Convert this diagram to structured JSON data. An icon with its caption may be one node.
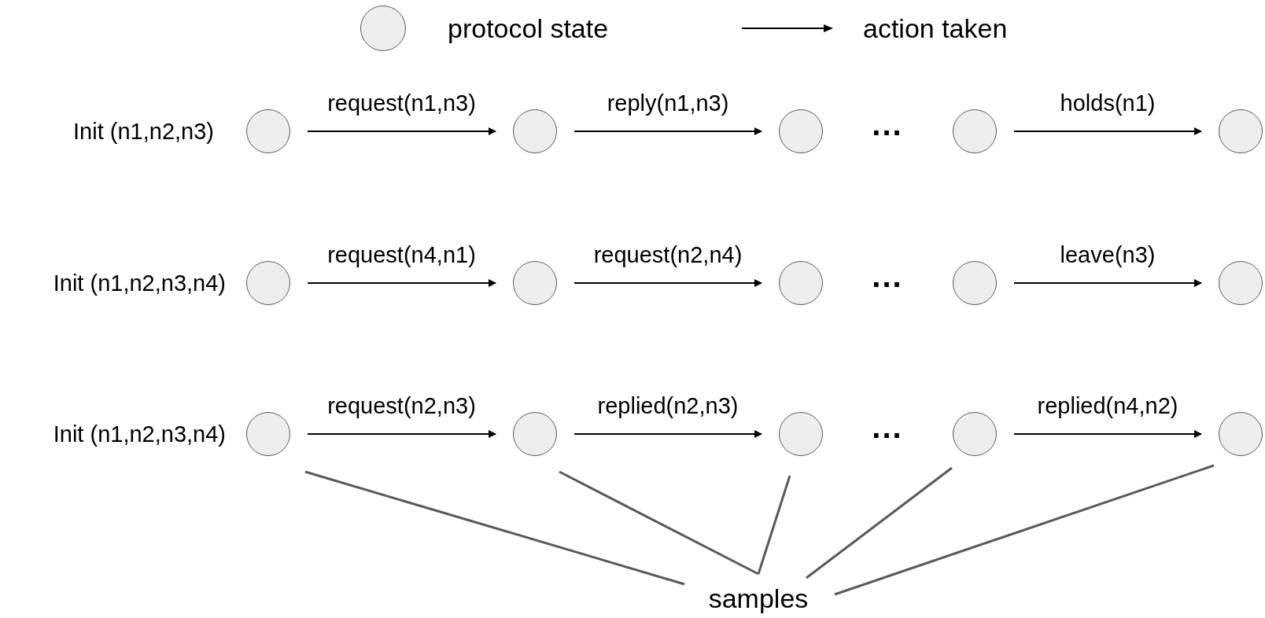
{
  "diagram": {
    "nodes": [
      {
        "text": [],
        "shape": "circle"
      },
      {
        "text": [],
        "shape": "circle"
      },
      {
        "text": [],
        "shape": "circle"
      },
      {
        "text": [],
        "shape": "circle"
      },
      {
        "text": [],
        "shape": "circle"
      },
      {
        "text": [],
        "shape": "circle"
      },
      {
        "text": [],
        "shape": "circle"
      },
      {
        "text": [],
        "shape": "circle"
      },
      {
        "text": [],
        "shape": "circle"
      },
      {
        "text": [],
        "shape": "circle"
      },
      {
        "text": [],
        "shape": "circle"
      },
      {
        "text": [],
        "shape": "circle"
      },
      {
        "text": [],
        "shape": "circle"
      },
      {
        "text": [],
        "shape": "circle"
      },
      {
        "text": [],
        "shape": "circle"
      },
      {
        "text": [
          "samples"
        ]
      }
    ],
    "edges": [
      {
        "from": 0,
        "to": 1,
        "arrow": "to",
        "label": "request(n1,n3)"
      },
      {
        "from": 1,
        "to": 2,
        "arrow": "to",
        "label": "reply(n1,n3)"
      },
      {
        "from": 3,
        "to": 4,
        "arrow": "to",
        "label": "holds(n1)"
      },
      {
        "from": 5,
        "to": 6,
        "arrow": "to",
        "label": "request(n4,n1)"
      },
      {
        "from": 6,
        "to": 7,
        "arrow": "to",
        "label": "request(n2,n4)"
      },
      {
        "from": 8,
        "to": 9,
        "arrow": "to",
        "label": "leave(n3)"
      },
      {
        "from": 10,
        "to": 11,
        "arrow": "to",
        "label": "request(n2,n3)"
      },
      {
        "from": 11,
        "to": 12,
        "arrow": "to",
        "label": "replied(n2,n3)"
      },
      {
        "from": 13,
        "to": 14,
        "arrow": "to",
        "label": "replied(n4,n2)"
      },
      {
        "from": 15,
        "to": 10,
        "arrow": "none",
        "color": "#595959"
      },
      {
        "from": 15,
        "to": 11,
        "arrow": "none",
        "color": "#595959"
      },
      {
        "from": 15,
        "to": 12,
        "arrow": "none",
        "color": "#595959"
      },
      {
        "from": 15,
        "to": 13,
        "arrow": "none",
        "color": "#595959"
      },
      {
        "from": 15,
        "to": 14,
        "arrow": "none",
        "color": "#595959"
      }
    ],
    "labels": [
      "Init (n1,n2,n3)",
      "...",
      "Init (n1,n2,n3,n4)",
      "...",
      "Init (n1,n2,n3,n4)",
      "..."
    ],
    "legend": [
      {
        "text": "protocol state"
      },
      {
        "text": "action taken"
      }
    ]
  }
}
